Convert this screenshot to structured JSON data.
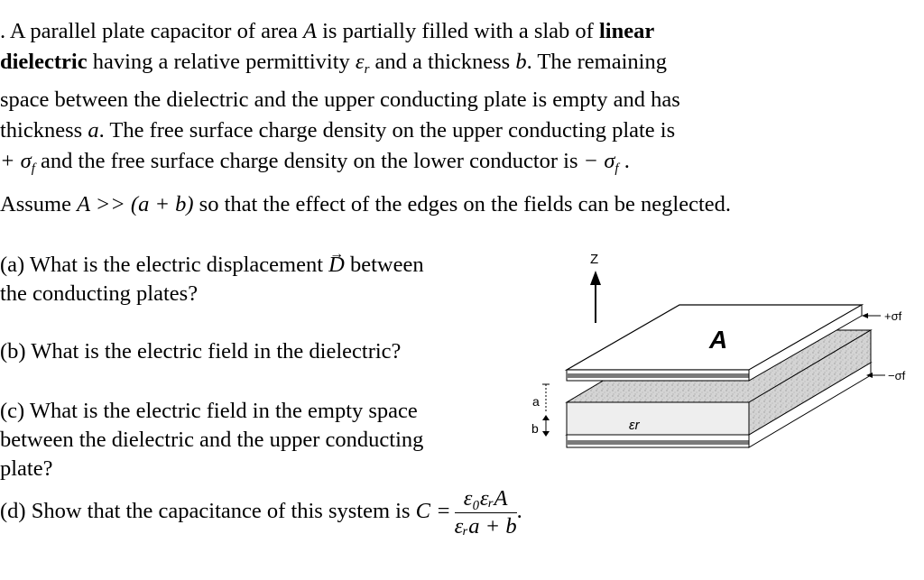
{
  "problem": {
    "intro_lines": {
      "l1": {
        "pre": ". A parallel plate capacitor of area ",
        "A": "A",
        "mid": " is partially filled with a slab of ",
        "bold": "linear"
      },
      "l2": {
        "bold": "dielectric",
        "mid": " having a relative permittivity ",
        "eps": "ε",
        "eps_sub": "r",
        "post": " and a thickness ",
        "b": "b",
        "end": ". The remaining"
      },
      "l3": "space between the dielectric and the upper conducting plate is empty and has",
      "l4": {
        "pre": "thickness ",
        "a": "a",
        "post": ".  The free surface charge density on the upper conducting plate is"
      },
      "l5": {
        "plus_sigma": "+ σ",
        "sub1": "f",
        "mid": " and the free surface charge density on the lower conductor is ",
        "minus_sigma": "− σ",
        "sub2": "f",
        "end": " ."
      },
      "l6": {
        "pre": "Assume ",
        "expr": "A >> (a + b)",
        "post": " so that the effect of the edges on the fields can be neglected."
      }
    },
    "q_a": {
      "line1_pre": "(a) What is the electric displacement ",
      "D": "D",
      "line1_post": " between",
      "line2": "the conducting plates?"
    },
    "q_b": "(b) What is the electric field in the dielectric?",
    "q_c": {
      "line1": "(c) What is the electric field in the empty space",
      "line2": "between the dielectric and the upper conducting",
      "line3": "plate?"
    },
    "q_d": {
      "pre": "(d) Show that the capacitance of this system is ",
      "C": "C =",
      "numerator": "ε₀εᵣA",
      "denominator": "εᵣa + b",
      "end": "."
    }
  },
  "figure": {
    "axis_label": "Z",
    "plate_label": "A",
    "upper_charge": "+σf",
    "lower_charge": "−σf",
    "gap_label": "a",
    "slab_label": "b",
    "dielectric_label": "εr",
    "colors": {
      "plate": "#ffffff",
      "plate_edge": "#8a8a8a",
      "slab": "#d8d8d8",
      "outline": "#000000"
    }
  }
}
